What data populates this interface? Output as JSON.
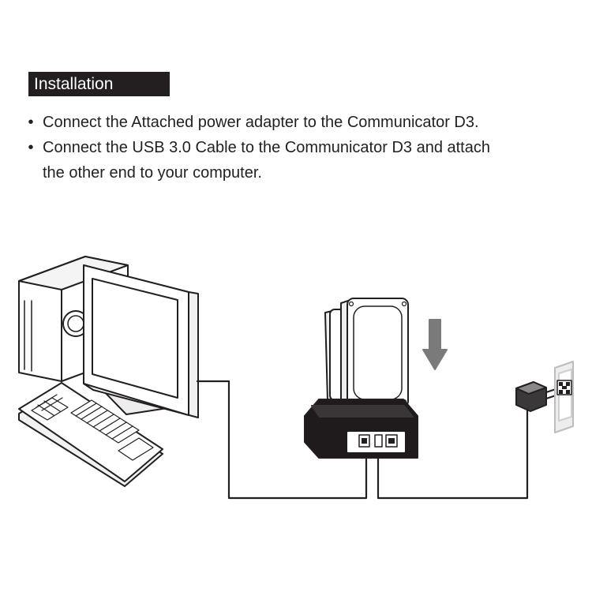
{
  "section": {
    "title": "Installation"
  },
  "instructions": [
    {
      "text": "Connect the Attached power adapter to the Communicator D3."
    },
    {
      "line1": "Connect the USB 3.0 Cable to the Communicator D3 and attach",
      "line2": "the other end to your computer."
    }
  ],
  "bullet_symbol": "•",
  "illustration": {
    "components": [
      "desktop-computer",
      "monitor",
      "keyboard",
      "hdd-docking-station",
      "hard-drives",
      "insert-arrow",
      "power-adapter",
      "wall-outlet",
      "usb-cable",
      "power-cable"
    ],
    "line_color": "#231f20",
    "fill_color": "#ffffff",
    "arrow_color": "#7a7a7a"
  }
}
